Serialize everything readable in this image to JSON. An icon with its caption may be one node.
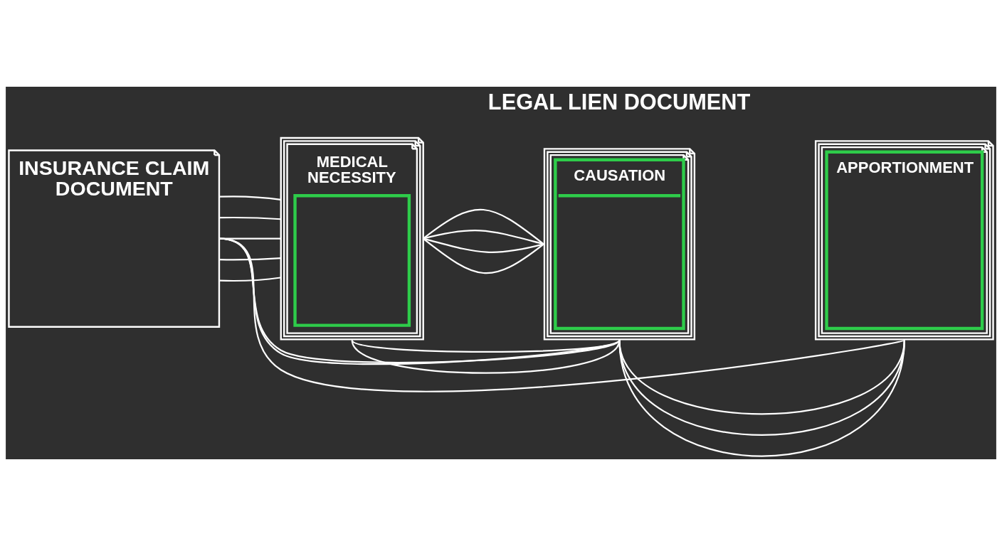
{
  "diagram": {
    "nodes": [
      {
        "text": [
          "INSURANCE CLAIM DOCUMENT"
        ]
      },
      {
        "text": [
          "MEDICAL NECESSITY"
        ]
      },
      {
        "text": [
          "CAUSATION"
        ]
      },
      {
        "text": [
          "APPORTIONMENT"
        ]
      }
    ],
    "edges": [
      {
        "from": 0,
        "to": 1,
        "arrow": "none"
      },
      {
        "from": 0,
        "to": 1,
        "arrow": "none"
      },
      {
        "from": 0,
        "to": 1,
        "arrow": "none"
      },
      {
        "from": 0,
        "to": 1,
        "arrow": "none"
      },
      {
        "from": 0,
        "to": 1,
        "arrow": "none"
      },
      {
        "from": 0,
        "to": 2,
        "arrow": "none"
      },
      {
        "from": 0,
        "to": 2,
        "arrow": "none"
      },
      {
        "from": 0,
        "to": 3,
        "arrow": "none"
      },
      {
        "from": 1,
        "to": 2,
        "arrow": "none"
      },
      {
        "from": 1,
        "to": 2,
        "arrow": "none"
      },
      {
        "from": 1,
        "to": 2,
        "arrow": "none"
      },
      {
        "from": 1,
        "to": 2,
        "arrow": "none"
      },
      {
        "from": 1,
        "to": 2,
        "arrow": "none"
      },
      {
        "from": 1,
        "to": 2,
        "arrow": "none"
      },
      {
        "from": 2,
        "to": 3,
        "arrow": "none"
      },
      {
        "from": 2,
        "to": 3,
        "arrow": "none"
      },
      {
        "from": 2,
        "to": 3,
        "arrow": "none"
      }
    ],
    "labels": [
      "LEGAL LIEN DOCUMENT"
    ]
  }
}
